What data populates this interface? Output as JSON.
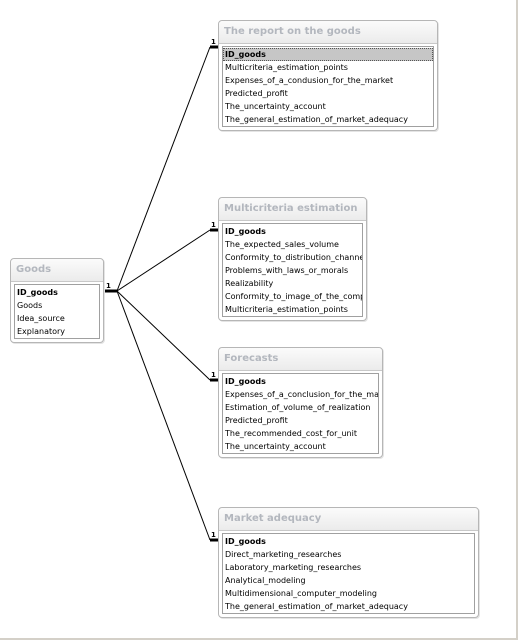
{
  "relationship_label": "1",
  "tables": {
    "goods": {
      "title": "Goods",
      "fields": [
        "ID_goods",
        "Goods",
        "Idea_source",
        "Explanatory"
      ]
    },
    "report": {
      "title": "The report on the goods",
      "fields": [
        "ID_goods",
        "Multicriteria_estimation_points",
        "Expenses_of_a_condusion_for_the_market",
        "Predicted_profit",
        "The_uncertainty_account",
        "The_general_estimation_of_market_adequacy"
      ]
    },
    "multicriteria": {
      "title": "Multicriteria estimation",
      "fields": [
        "ID_goods",
        "The_expected_sales_volume",
        "Conformity_to_distribution_channels",
        "Problems_with_laws_or_morals",
        "Realizability",
        "Conformity_to_image_of_the_company",
        "Multicriteria_estimation_points"
      ]
    },
    "forecasts": {
      "title": "Forecasts",
      "fields": [
        "ID_goods",
        "Expenses_of_a_conclusion_for_the_market",
        "Estimation_of_volume_of_realization",
        "Predicted_profit",
        "The_recommended_cost_for_unit",
        "The_uncertainty_account"
      ]
    },
    "market": {
      "title": "Market adequacy",
      "fields": [
        "ID_goods",
        "Direct_marketing_researches",
        "Laboratory_marketing_researches",
        "Analytical_modeling",
        "Multidimensional_computer_modeling",
        "The_general_estimation_of_market_adequacy"
      ]
    }
  }
}
